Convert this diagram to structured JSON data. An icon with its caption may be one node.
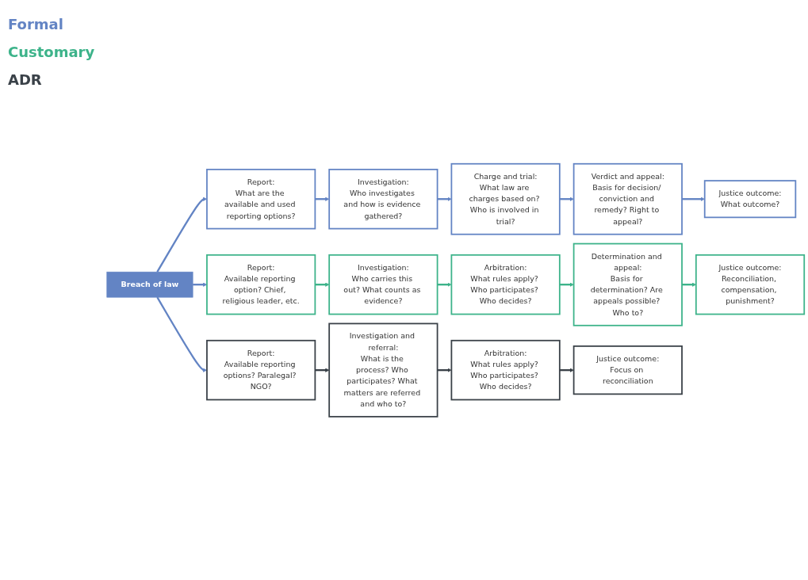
{
  "diagram": {
    "nodes": [
      {
        "text": [
          "Breach of law"
        ]
      },
      {
        "text": [
          "Report:",
          "What are the available and used reporting options?"
        ]
      },
      {
        "text": [
          "Investigation:",
          "Who investigates and how is evidence gathered?"
        ]
      },
      {
        "text": [
          "Charge and trial:",
          "What law are charges based on? Who is involved in trial?"
        ]
      },
      {
        "text": [
          "Verdict and appeal:",
          "Basis for decision/ conviction and remedy? Right to appeal?"
        ]
      },
      {
        "text": [
          "Justice outcome:",
          "What outcome?"
        ]
      },
      {
        "text": [
          "Report:",
          "Available reporting option? Chief, religious leader, etc."
        ]
      },
      {
        "text": [
          "Investigation:",
          "Who carries this out? What counts as evidence?"
        ]
      },
      {
        "text": [
          "Arbitration:",
          "What rules apply? Who participates? Who decides?"
        ]
      },
      {
        "text": [
          "Determination and appeal:",
          "Basis for determination? Are appeals possible? Who to?"
        ]
      },
      {
        "text": [
          "Justice outcome:",
          "Reconciliation, compensation, punishment?"
        ]
      },
      {
        "text": [
          "Report:",
          "Available reporting options? Paralegal? NGO?"
        ]
      },
      {
        "text": [
          "Investigation and referral:",
          "What is the process? Who participates? What matters are referred and who to?"
        ]
      },
      {
        "text": [
          "Arbitration:",
          "What rules apply? Who participates? Who decides?"
        ]
      },
      {
        "text": [
          "Justice outcome:",
          "Focus on reconciliation"
        ]
      }
    ],
    "edges": [
      {
        "from": 0,
        "to": 1,
        "arrow": "to"
      },
      {
        "from": 0,
        "to": 6,
        "arrow": "to"
      },
      {
        "from": 0,
        "to": 11,
        "arrow": "to"
      },
      {
        "from": 1,
        "to": 2,
        "arrow": "to"
      },
      {
        "from": 2,
        "to": 3,
        "arrow": "to"
      },
      {
        "from": 3,
        "to": 4,
        "arrow": "to"
      },
      {
        "from": 4,
        "to": 5,
        "arrow": "to"
      },
      {
        "from": 6,
        "to": 7,
        "arrow": "to",
        "color": "#3db38a"
      },
      {
        "from": 7,
        "to": 8,
        "arrow": "to",
        "color": "#3db38a"
      },
      {
        "from": 8,
        "to": 9,
        "arrow": "to",
        "color": "#3db38a"
      },
      {
        "from": 9,
        "to": 10,
        "arrow": "to",
        "color": "#3db38a"
      },
      {
        "from": 11,
        "to": 12,
        "arrow": "to",
        "color": "#3a4148"
      },
      {
        "from": 12,
        "to": 13,
        "arrow": "to",
        "color": "#3a4148"
      },
      {
        "from": 13,
        "to": 14,
        "arrow": "to",
        "color": "#3a4148"
      }
    ],
    "labels": [
      "Formal",
      "Customary",
      "ADR"
    ]
  }
}
